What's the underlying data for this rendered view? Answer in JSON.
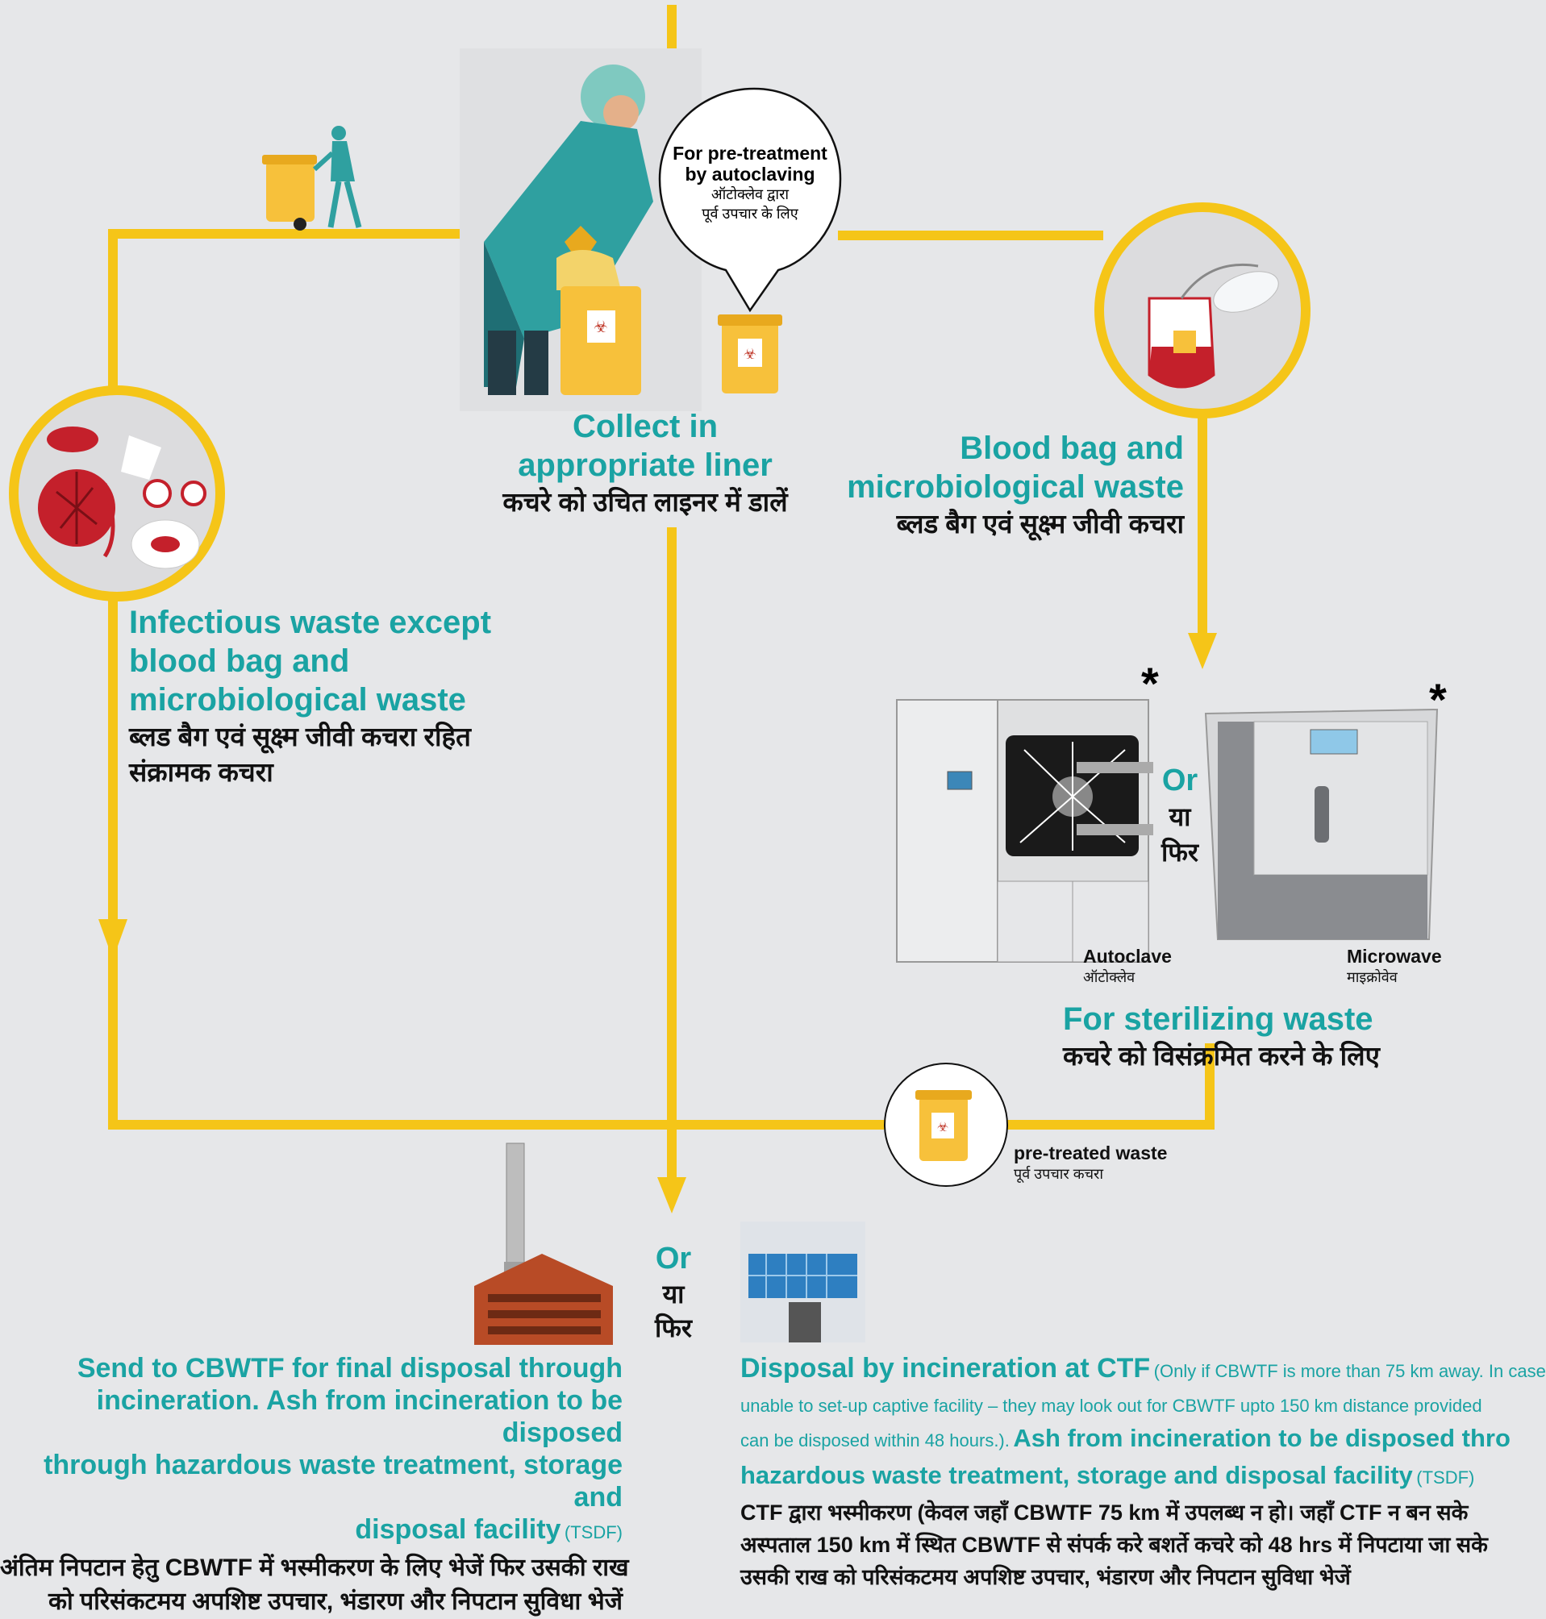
{
  "callout": {
    "line1": "For pre-treatment",
    "line2": "by autoclaving",
    "hindi1": "ऑटोक्लेव द्वारा",
    "hindi2": "पूर्व उपचार के लिए"
  },
  "collect": {
    "title1": "Collect in",
    "title2": "appropriate liner",
    "hindi": "कचरे  को  उचित लाइनर में डालें"
  },
  "blood_bag": {
    "title1": "Blood bag and",
    "title2": "microbiological waste",
    "hindi": "ब्लड बैग एवं सूक्ष्म जीवी कचरा"
  },
  "infectious": {
    "title1": "Infectious waste except",
    "title2": "blood bag and",
    "title3": "microbiological waste",
    "hindi1": "ब्लड बैग एवं सूक्ष्म जीवी कचरा रहित",
    "hindi2": "संक्रामक कचरा"
  },
  "or_mid": {
    "en": "Or",
    "hi1": "या",
    "hi2": "फिर"
  },
  "or_bottom": {
    "en": "Or",
    "hi1": "या",
    "hi2": "फिर"
  },
  "asterisk": "*",
  "autoclave": {
    "label": "Autoclave",
    "hindi": "ऑटोक्लेव",
    "brand": "AUTOCLAVE"
  },
  "microwave": {
    "label": "Microwave",
    "hindi": "माइक्रोवेव",
    "brand": "MICROWAVE"
  },
  "sterilizing": {
    "title": "For sterilizing waste",
    "hindi": "कचरे को विसंक्रमित करने के लिए"
  },
  "pretreated": {
    "label": "pre-treated waste",
    "hindi": "पूर्व उपचार कचरा"
  },
  "cbwtf": {
    "line1": "Send to CBWTF for final disposal through",
    "line2": "incineration. Ash from incineration to be disposed",
    "line3": "through hazardous waste treatment, storage and",
    "line4": "disposal facility",
    "tsdf": "(TSDF)",
    "hindi1": "अंतिम निपटान हेतु CBWTF में भस्मीकरण के लिए भेजें फिर उसकी राख",
    "hindi2": "को परिसंकटमय अपशिष्ट उपचार, भंडारण और निपटान सुविधा भेजें"
  },
  "ctf": {
    "title": "Disposal by incineration at CTF",
    "note1": "(Only if CBWTF is more than 75 km away. In case",
    "note2": "unable to set-up captive facility – they may look out for CBWTF upto 150 km distance provided",
    "note3": "can be disposed within 48 hours.).",
    "ash1": "Ash from incineration to be disposed thro",
    "ash2": "hazardous waste treatment, storage and disposal facility",
    "tsdf": "(TSDF)",
    "hindi1": "CTF द्वारा भस्मीकरण (केवल जहाँ CBWTF 75 km में उपलब्ध न हो। जहाँ CTF न बन सके",
    "hindi2": "अस्पताल 150 km में स्थित CBWTF से संपर्क करे बशर्ते कचरे को 48 hrs में निपटाया जा सके",
    "hindi3": "उसकी राख को परिसंकटमय अपशिष्ट उपचार, भंडारण और निपटान सुविधा भेजें"
  },
  "colors": {
    "flow_line": "#f5c518",
    "teal": "#1aa3a3",
    "background": "#e6e7e9",
    "bin_yellow": "#f7c13b",
    "gown_teal": "#2fa0a0"
  }
}
